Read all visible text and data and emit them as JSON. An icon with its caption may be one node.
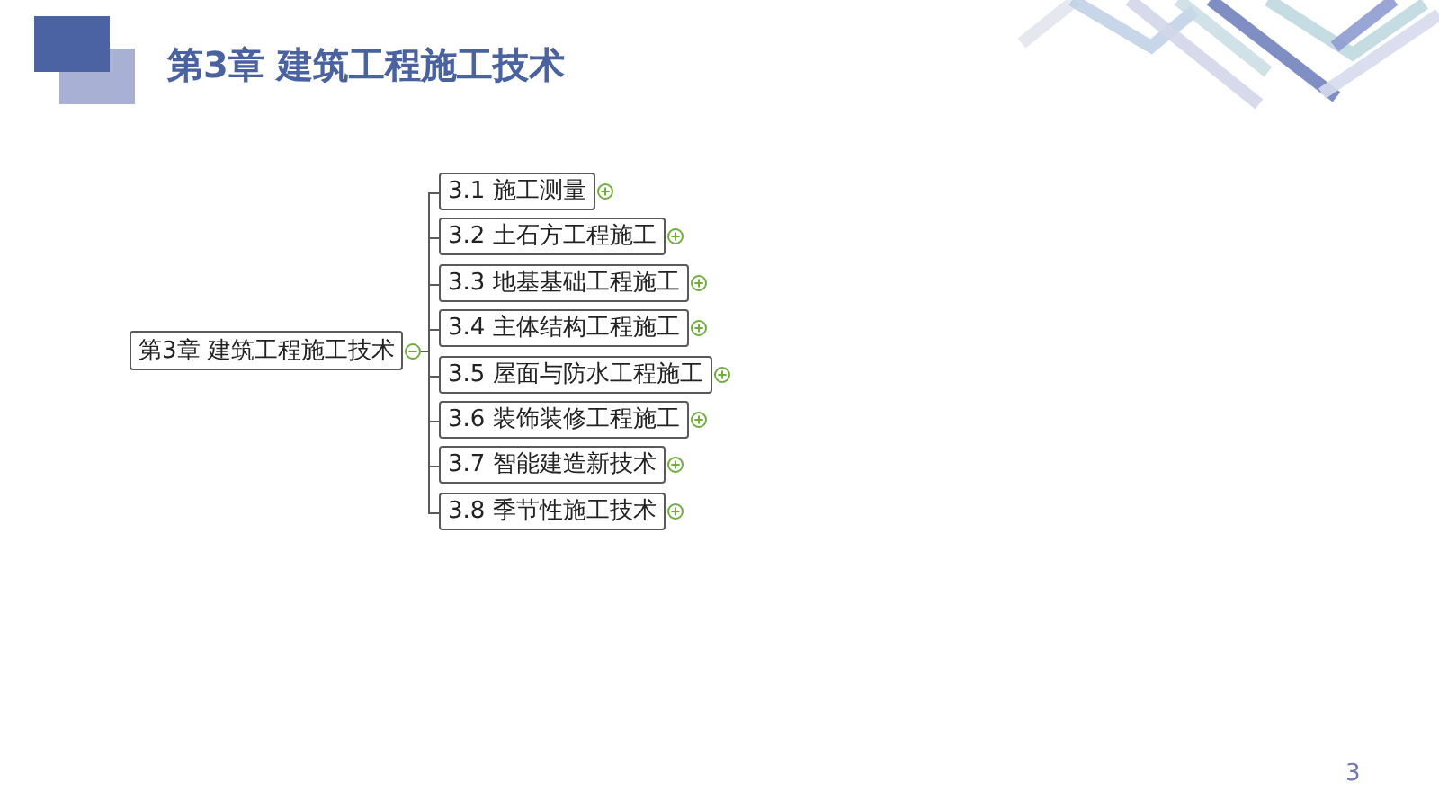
{
  "diagram": {
    "title": "第3章 建筑工程施工技术",
    "nodes": [
      {
        "text": [
          "第3章 建筑工程施工技术"
        ]
      },
      {
        "text": [
          "3.1 施工测量"
        ]
      },
      {
        "text": [
          "3.2 土石方工程施工"
        ]
      },
      {
        "text": [
          "3.3 地基基础工程施工"
        ]
      },
      {
        "text": [
          "3.4 主体结构工程施工"
        ]
      },
      {
        "text": [
          "3.5 屋面与防水工程施工"
        ]
      },
      {
        "text": [
          "3.6 装饰装修工程施工"
        ]
      },
      {
        "text": [
          "3.7 智能建造新技术"
        ]
      },
      {
        "text": [
          "3.8 季节性施工技术"
        ]
      }
    ],
    "edges": [
      {
        "from": 0,
        "to": 1,
        "arrow": "none"
      },
      {
        "from": 0,
        "to": 2,
        "arrow": "none"
      },
      {
        "from": 0,
        "to": 3,
        "arrow": "none"
      },
      {
        "from": 0,
        "to": 4,
        "arrow": "none"
      },
      {
        "from": 0,
        "to": 5,
        "arrow": "none"
      },
      {
        "from": 0,
        "to": 6,
        "arrow": "none"
      },
      {
        "from": 0,
        "to": 7,
        "arrow": "none"
      },
      {
        "from": 0,
        "to": 8,
        "arrow": "none"
      }
    ],
    "labels": [
      "3"
    ]
  }
}
